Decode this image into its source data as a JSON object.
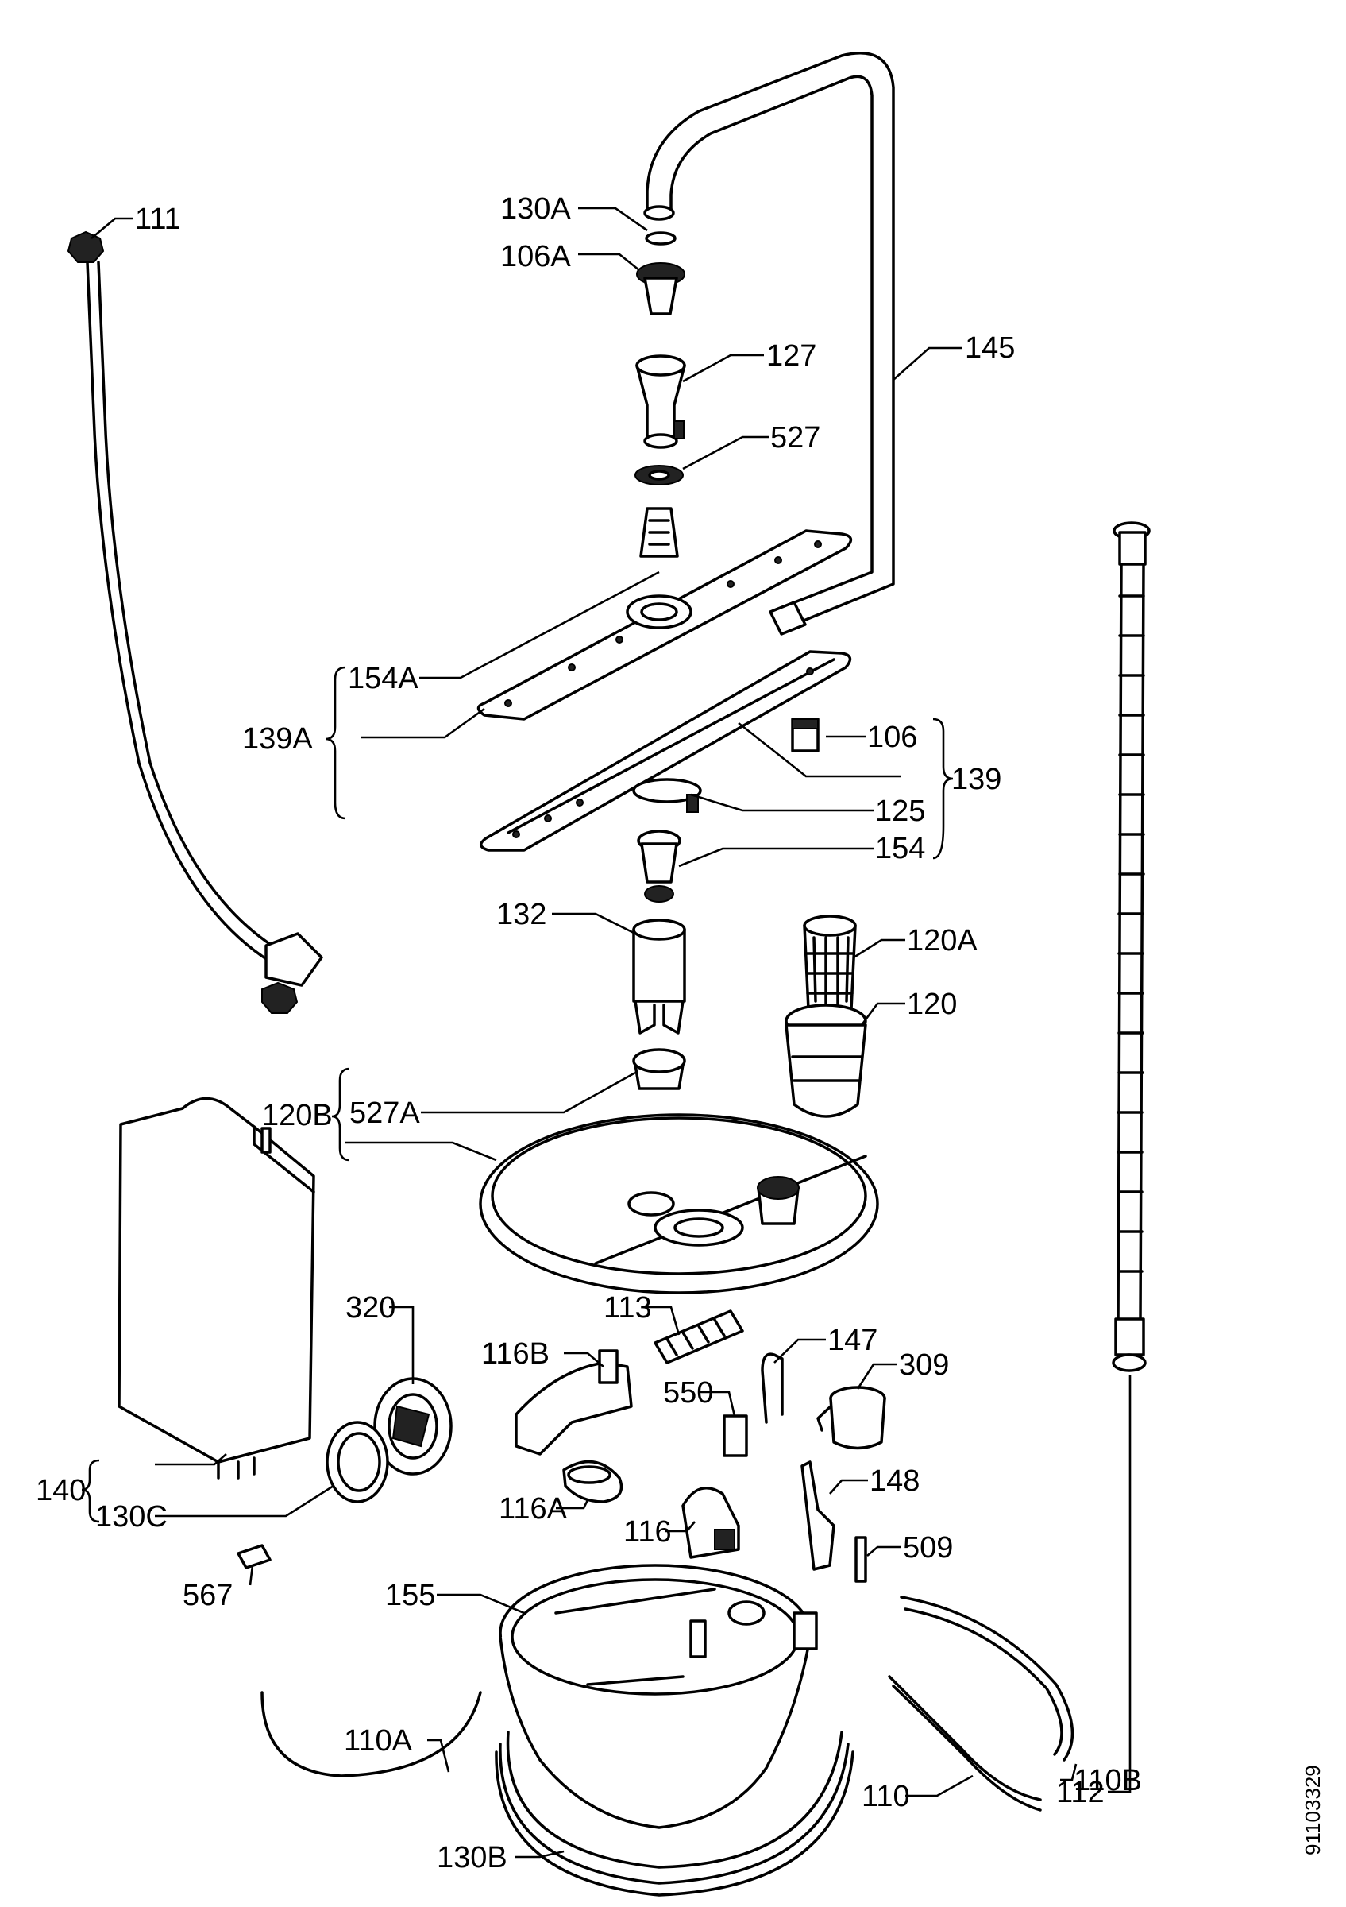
{
  "labels": {
    "l111": "111",
    "l130A": "130A",
    "l106A": "106A",
    "l127": "127",
    "l145": "145",
    "l527": "527",
    "l154A": "154A",
    "l139A": "139A",
    "l106": "106",
    "l139": "139",
    "l125": "125",
    "l154": "154",
    "l132": "132",
    "l120A": "120A",
    "l120": "120",
    "l120B": "120B",
    "l527A": "527A",
    "l113": "113",
    "l147": "147",
    "l309": "309",
    "l320": "320",
    "l116B": "116B",
    "l550": "550",
    "l116A": "116A",
    "l116": "116",
    "l148": "148",
    "l509": "509",
    "l140": "140",
    "l130C": "130C",
    "l567": "567",
    "l155": "155",
    "l110A": "110A",
    "l110": "110",
    "l110B": "110B",
    "l130B": "130B",
    "l112": "112"
  },
  "document_code": "91103329"
}
